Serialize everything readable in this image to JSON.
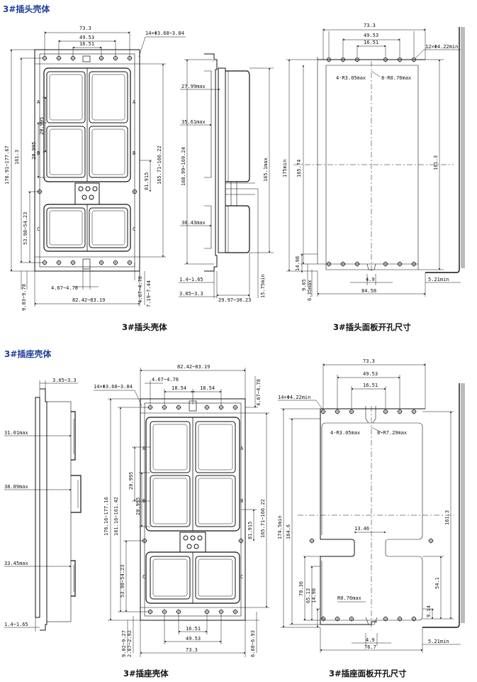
{
  "sections": {
    "plug_title": "3#插头壳体",
    "socket_title": "3#插座壳体"
  },
  "captions": {
    "plug_shell": "3#插头壳体",
    "plug_panel": "3#插头面板开孔尺寸",
    "socket_shell": "3#插座壳体",
    "socket_panel": "3#插座面板开孔尺寸"
  },
  "plug_front": {
    "top": [
      "73.3",
      "49.53",
      "16.51"
    ],
    "holes": "14×Φ3.68~3.84",
    "left": [
      "176.91~177.67",
      "161.3",
      "20.995",
      "20.995",
      "53.98~54.23",
      "9.03~9.78"
    ],
    "right": [
      "165.71~166.22",
      "81.915",
      "4.67~4.78",
      "7.19~7.44"
    ],
    "bottom": [
      "4.67~4.78",
      "82.42~83.19"
    ],
    "letters": [
      "A",
      "A",
      "B",
      "B",
      "C",
      "C"
    ]
  },
  "plug_side": {
    "dims": [
      "27.99max",
      "35.61max",
      "30.43max",
      "168.99~169.24",
      "165.1max",
      "1.4~1.65",
      "3.05~3.3",
      "29.97~30.23",
      "15.75min"
    ]
  },
  "plug_panel": {
    "top": [
      "73.3",
      "49.53",
      "16.51"
    ],
    "holes": "12×Φ4.22min",
    "corners": [
      "4-R3.05max",
      "8-R0.76max"
    ],
    "dims": [
      "175min",
      "165.74",
      "161.3",
      "14.98",
      "9.65",
      "6.35max",
      "4.9",
      "84.58",
      "5.21min"
    ]
  },
  "socket_side": {
    "dims": [
      "3.05~3.3",
      "31.01max",
      "38.89max",
      "33.45max",
      "1.4~1.65"
    ]
  },
  "socket_front": {
    "top": [
      "82.42~83.19",
      "4.67~4.78",
      "18.54",
      "18.54"
    ],
    "holes": "14×Φ3.68~3.84",
    "right_top": "4.67~4.78",
    "left": [
      "176.16~177.16",
      "161.16~161.42",
      "20.995",
      "20.995",
      "53.98~54.23",
      "9.02~9.27",
      "2.67~2.92"
    ],
    "right": [
      "165.71~166.22",
      "81.915",
      "6.68~6.93"
    ],
    "bottom": [
      "16.51",
      "49.53",
      "73.3"
    ],
    "letters": [
      "A",
      "A",
      "B",
      "B",
      "C",
      "C"
    ]
  },
  "socket_panel": {
    "top": [
      "73.3",
      "49.53",
      "16.51"
    ],
    "holes": "14×Φ4.22min",
    "corners": [
      "4-R3.05max",
      "8-R7.29max"
    ],
    "dims": [
      "174.5min",
      "164.6",
      "161.3",
      "13.46",
      "70.36",
      "65.13",
      "14.98",
      "R0.76max",
      "54.1",
      "9.14",
      "4.9",
      "76.7",
      "5.21min"
    ]
  }
}
